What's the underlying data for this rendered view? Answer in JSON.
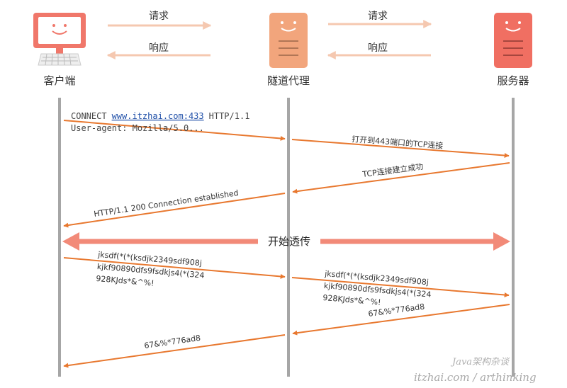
{
  "actors": {
    "client": "客户端",
    "tunnel": "隧道代理",
    "server": "服务器"
  },
  "top_arrows": {
    "request": "请求",
    "response": "响应"
  },
  "messages": {
    "connect_prefix": "CONNECT",
    "connect_host": "www.itzhai.com:433",
    "connect_suffix": "HTTP/1.1",
    "connect_user_agent": "User-agent: Mozilla/5.0...",
    "open_tcp": "打开到443端口的TCP连接",
    "tcp_established": "TCP连接建立成功",
    "http_200": "HTTP/1.1 200 Connection established",
    "transparent": "开始透传",
    "payload_line1": "jksdf(*(*(ksdjk2349sdf908j",
    "payload_line2": "kjkf90890dfs9fsdkjs4(*(324",
    "payload_line3": "928KJds*&^%!",
    "reply_payload": "67&%*776ad8"
  },
  "watermark": {
    "line1": "Java架构杂谈",
    "line2": "itzhai.com / arthinking"
  },
  "colors": {
    "client": "#f0776a",
    "tunnel": "#f2a57c",
    "server": "#f06f62",
    "lifeline": "#a6a6a6",
    "msg_arrow": "#e8782f",
    "top_arrow": "#f5c8b0",
    "transparent_arrow": "#f28a78",
    "link": "#1f4fa8"
  },
  "icons": [
    "monitor-icon",
    "server-icon",
    "server-icon"
  ]
}
